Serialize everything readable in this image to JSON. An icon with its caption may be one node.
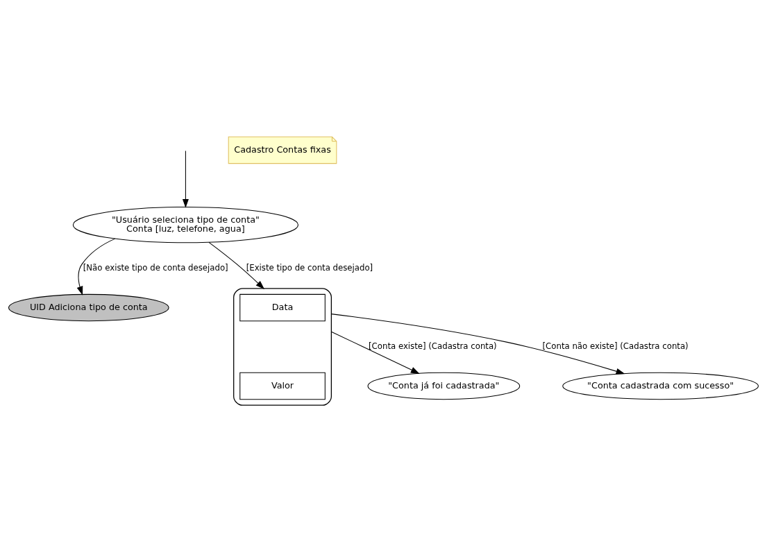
{
  "diagram": {
    "nodes": [
      {
        "text": [
          "\"Usuário seleciona tipo de conta\"",
          "Conta [luz, telefone, agua]"
        ]
      },
      {
        "text": [
          "UID Adiciona tipo de conta"
        ]
      },
      {
        "text": [],
        "shape": "ellipse"
      },
      {
        "text": [
          "Data"
        ],
        "in": 2
      },
      {
        "text": [
          "Valor"
        ],
        "in": 2
      },
      {
        "text": [
          "\"Conta já foi cadastrada\""
        ]
      },
      {
        "text": [
          "\"Conta cadastrada com sucesso\""
        ]
      },
      {
        "text": [
          "Cadastro Contas fixas"
        ]
      }
    ],
    "edges": [
      {
        "from": null,
        "to": 0,
        "arrow": "to"
      },
      {
        "from": 0,
        "to": 1,
        "arrow": "to",
        "label": "[Não existe tipo de conta desejado]"
      },
      {
        "from": 0,
        "to": 2,
        "arrow": "to",
        "label": "[Existe tipo de conta desejado]"
      },
      {
        "from": 2,
        "to": 5,
        "arrow": "to",
        "label": "[Conta existe] (Cadastra conta)"
      },
      {
        "from": 2,
        "to": 6,
        "arrow": "to",
        "label": "[Conta não existe] (Cadastra conta)"
      }
    ]
  }
}
